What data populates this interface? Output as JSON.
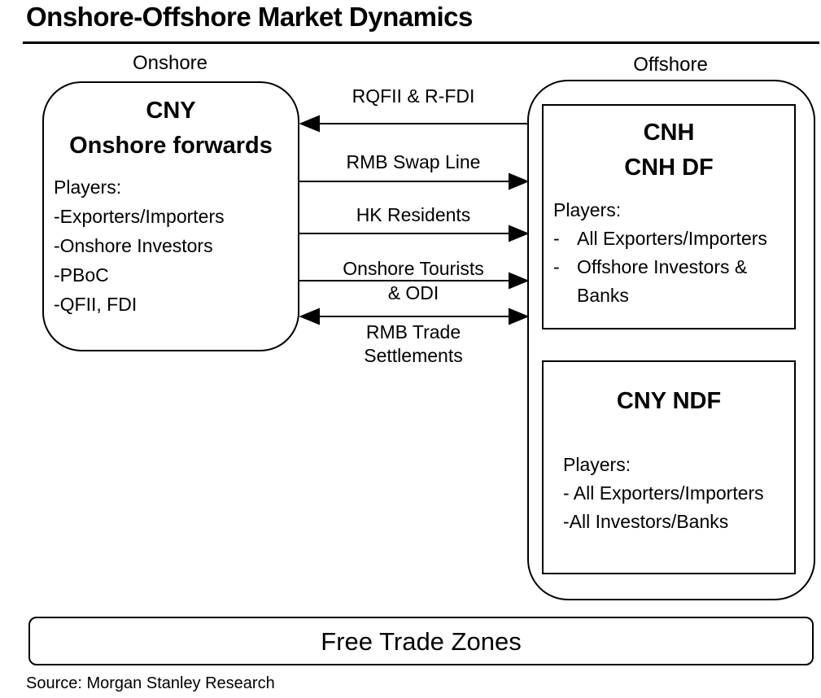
{
  "title": "Onshore-Offshore Market Dynamics",
  "regions": {
    "onshore_label": "Onshore",
    "offshore_label": "Offshore"
  },
  "onshore_box": {
    "heading_line1": "CNY",
    "heading_line2": "Onshore forwards",
    "players_label": "Players:",
    "players": [
      "-Exporters/Importers",
      "-Onshore Investors",
      "-PBoC",
      "-QFII, FDI"
    ]
  },
  "offshore_cnh_box": {
    "heading_line1": "CNH",
    "heading_line2": "CNH DF",
    "players_label": "Players:",
    "players": [
      {
        "marker": "-",
        "text": "All Exporters/Importers"
      },
      {
        "marker": "-",
        "text": "Offshore Investors & Banks"
      }
    ]
  },
  "offshore_ndf_box": {
    "heading": "CNY NDF",
    "players_label": "Players:",
    "players": [
      "- All Exporters/Importers",
      "-All Investors/Banks"
    ]
  },
  "flows": [
    {
      "label": "RQFII & R-FDI",
      "direction": "offshore-to-onshore"
    },
    {
      "label": "RMB Swap Line",
      "direction": "onshore-to-offshore"
    },
    {
      "label": "HK Residents",
      "direction": "onshore-to-offshore"
    },
    {
      "label_line1": "Onshore Tourists",
      "label_line2": "& ODI",
      "direction": "onshore-to-offshore"
    },
    {
      "label_line1": "RMB Trade",
      "label_line2": "Settlements",
      "direction": "bidirectional"
    }
  ],
  "free_trade_zones": {
    "label": "Free Trade Zones"
  },
  "source_note": "Source: Morgan Stanley Research",
  "colors": {
    "ink": "#000000",
    "background": "#ffffff"
  }
}
